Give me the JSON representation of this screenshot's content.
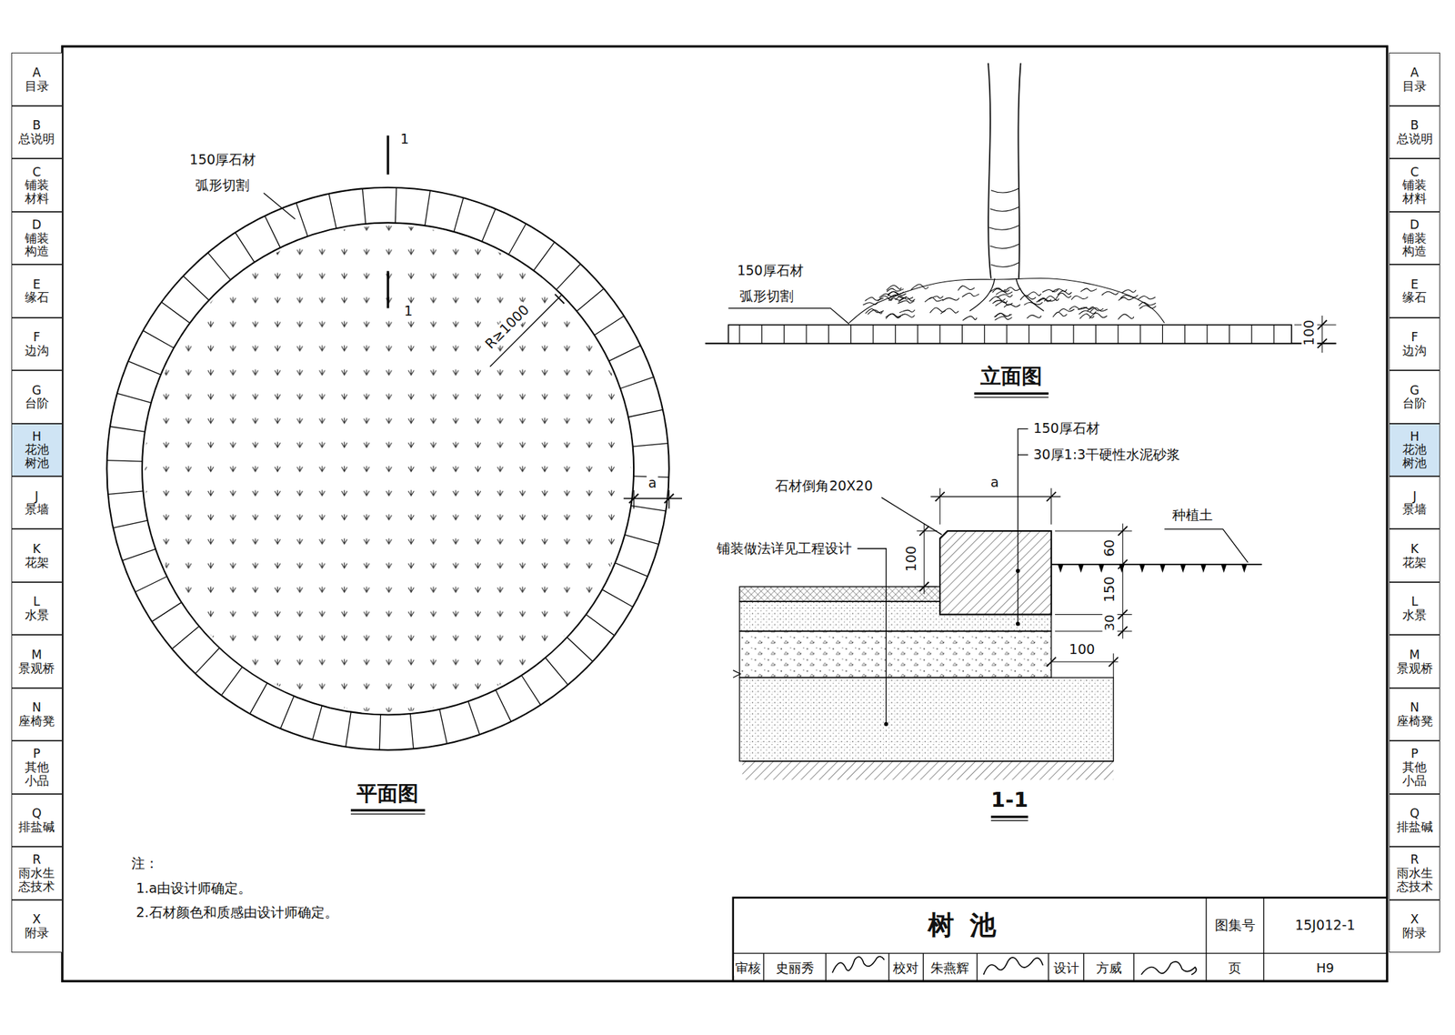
{
  "diagram": {
    "title": "树池",
    "nodes": [
      {
        "text": [
          "A",
          "目录"
        ]
      },
      {
        "text": [
          "B",
          "总说明"
        ]
      },
      {
        "text": [
          "C",
          "铺装材料"
        ]
      },
      {
        "text": [
          "D",
          "铺装构造"
        ]
      },
      {
        "text": [
          "E",
          "缘石"
        ]
      },
      {
        "text": [
          "F",
          "边沟"
        ]
      },
      {
        "text": [
          "G",
          "台阶"
        ]
      },
      {
        "text": [
          "H",
          "花池树池"
        ]
      },
      {
        "text": [
          "J",
          "景墙"
        ]
      },
      {
        "text": [
          "K",
          "花架"
        ]
      },
      {
        "text": [
          "L",
          "水景"
        ]
      },
      {
        "text": [
          "M",
          "景观桥"
        ]
      },
      {
        "text": [
          "N",
          "座椅凳"
        ]
      },
      {
        "text": [
          "P",
          "其他小品"
        ]
      },
      {
        "text": [
          "Q",
          "排盐碱"
        ]
      },
      {
        "text": [
          "R",
          "雨水生态技术"
        ]
      },
      {
        "text": [
          "X",
          "附录"
        ]
      },
      {
        "text": [
          "A",
          "目录"
        ]
      },
      {
        "text": [
          "B",
          "总说明"
        ]
      },
      {
        "text": [
          "C",
          "铺装材料"
        ]
      },
      {
        "text": [
          "D",
          "铺装构造"
        ]
      },
      {
        "text": [
          "E",
          "缘石"
        ]
      },
      {
        "text": [
          "F",
          "边沟"
        ]
      },
      {
        "text": [
          "G",
          "台阶"
        ]
      },
      {
        "text": [
          "H",
          "花池树池"
        ]
      },
      {
        "text": [
          "J",
          "景墙"
        ]
      },
      {
        "text": [
          "K",
          "花架"
        ]
      },
      {
        "text": [
          "L",
          "水景"
        ]
      },
      {
        "text": [
          "M",
          "景观桥"
        ]
      },
      {
        "text": [
          "N",
          "座椅凳"
        ]
      },
      {
        "text": [
          "P",
          "其他小品"
        ]
      },
      {
        "text": [
          "Q",
          "排盐碱"
        ]
      },
      {
        "text": [
          "R",
          "雨水生态技术"
        ]
      },
      {
        "text": [
          "X",
          "附录"
        ]
      }
    ],
    "labels": [
      "150厚石材",
      "弧形切割",
      "1",
      "1",
      "R≥1000",
      "a",
      "平面图",
      "150厚石材",
      "弧形切割",
      "100",
      "立面图",
      "150厚石材",
      "30厚1:3干硬性水泥砂浆",
      "石材倒角20X20",
      "a",
      "铺装做法详见工程设计",
      "100",
      "60",
      "150",
      "30",
      "100",
      "种植土",
      "1-1",
      "注：",
      "1.a由设计师确定。",
      "2.石材颜色和质感由设计师确定。",
      "图集号",
      "15J012-1",
      "审核",
      "史丽秀",
      "校对",
      "朱燕辉",
      "设计",
      "方威",
      "页",
      "H9"
    ]
  }
}
